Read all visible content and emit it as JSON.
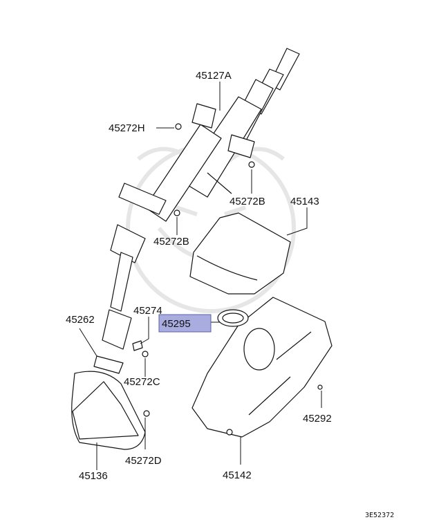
{
  "parts": [
    {
      "id": "p-45127A",
      "code": "45127A"
    },
    {
      "id": "p-45272H",
      "code": "45272H"
    },
    {
      "id": "p-45272B-top",
      "code": "45272B"
    },
    {
      "id": "p-45143",
      "code": "45143"
    },
    {
      "id": "p-45272B-mid",
      "code": "45272B"
    },
    {
      "id": "p-45274",
      "code": "45274"
    },
    {
      "id": "p-45262",
      "code": "45262"
    },
    {
      "id": "p-45295",
      "code": "45295"
    },
    {
      "id": "p-45272C",
      "code": "45272C"
    },
    {
      "id": "p-45292",
      "code": "45292"
    },
    {
      "id": "p-45272D",
      "code": "45272D"
    },
    {
      "id": "p-45136",
      "code": "45136"
    },
    {
      "id": "p-45142",
      "code": "45142"
    }
  ],
  "highlighted_part": "45295",
  "colors": {
    "highlight_fill": "#a8acdf",
    "highlight_border": "#5b5fa8",
    "line": "#111111",
    "watermark": "#e6e6e6"
  },
  "figure_ref": "3E52372"
}
